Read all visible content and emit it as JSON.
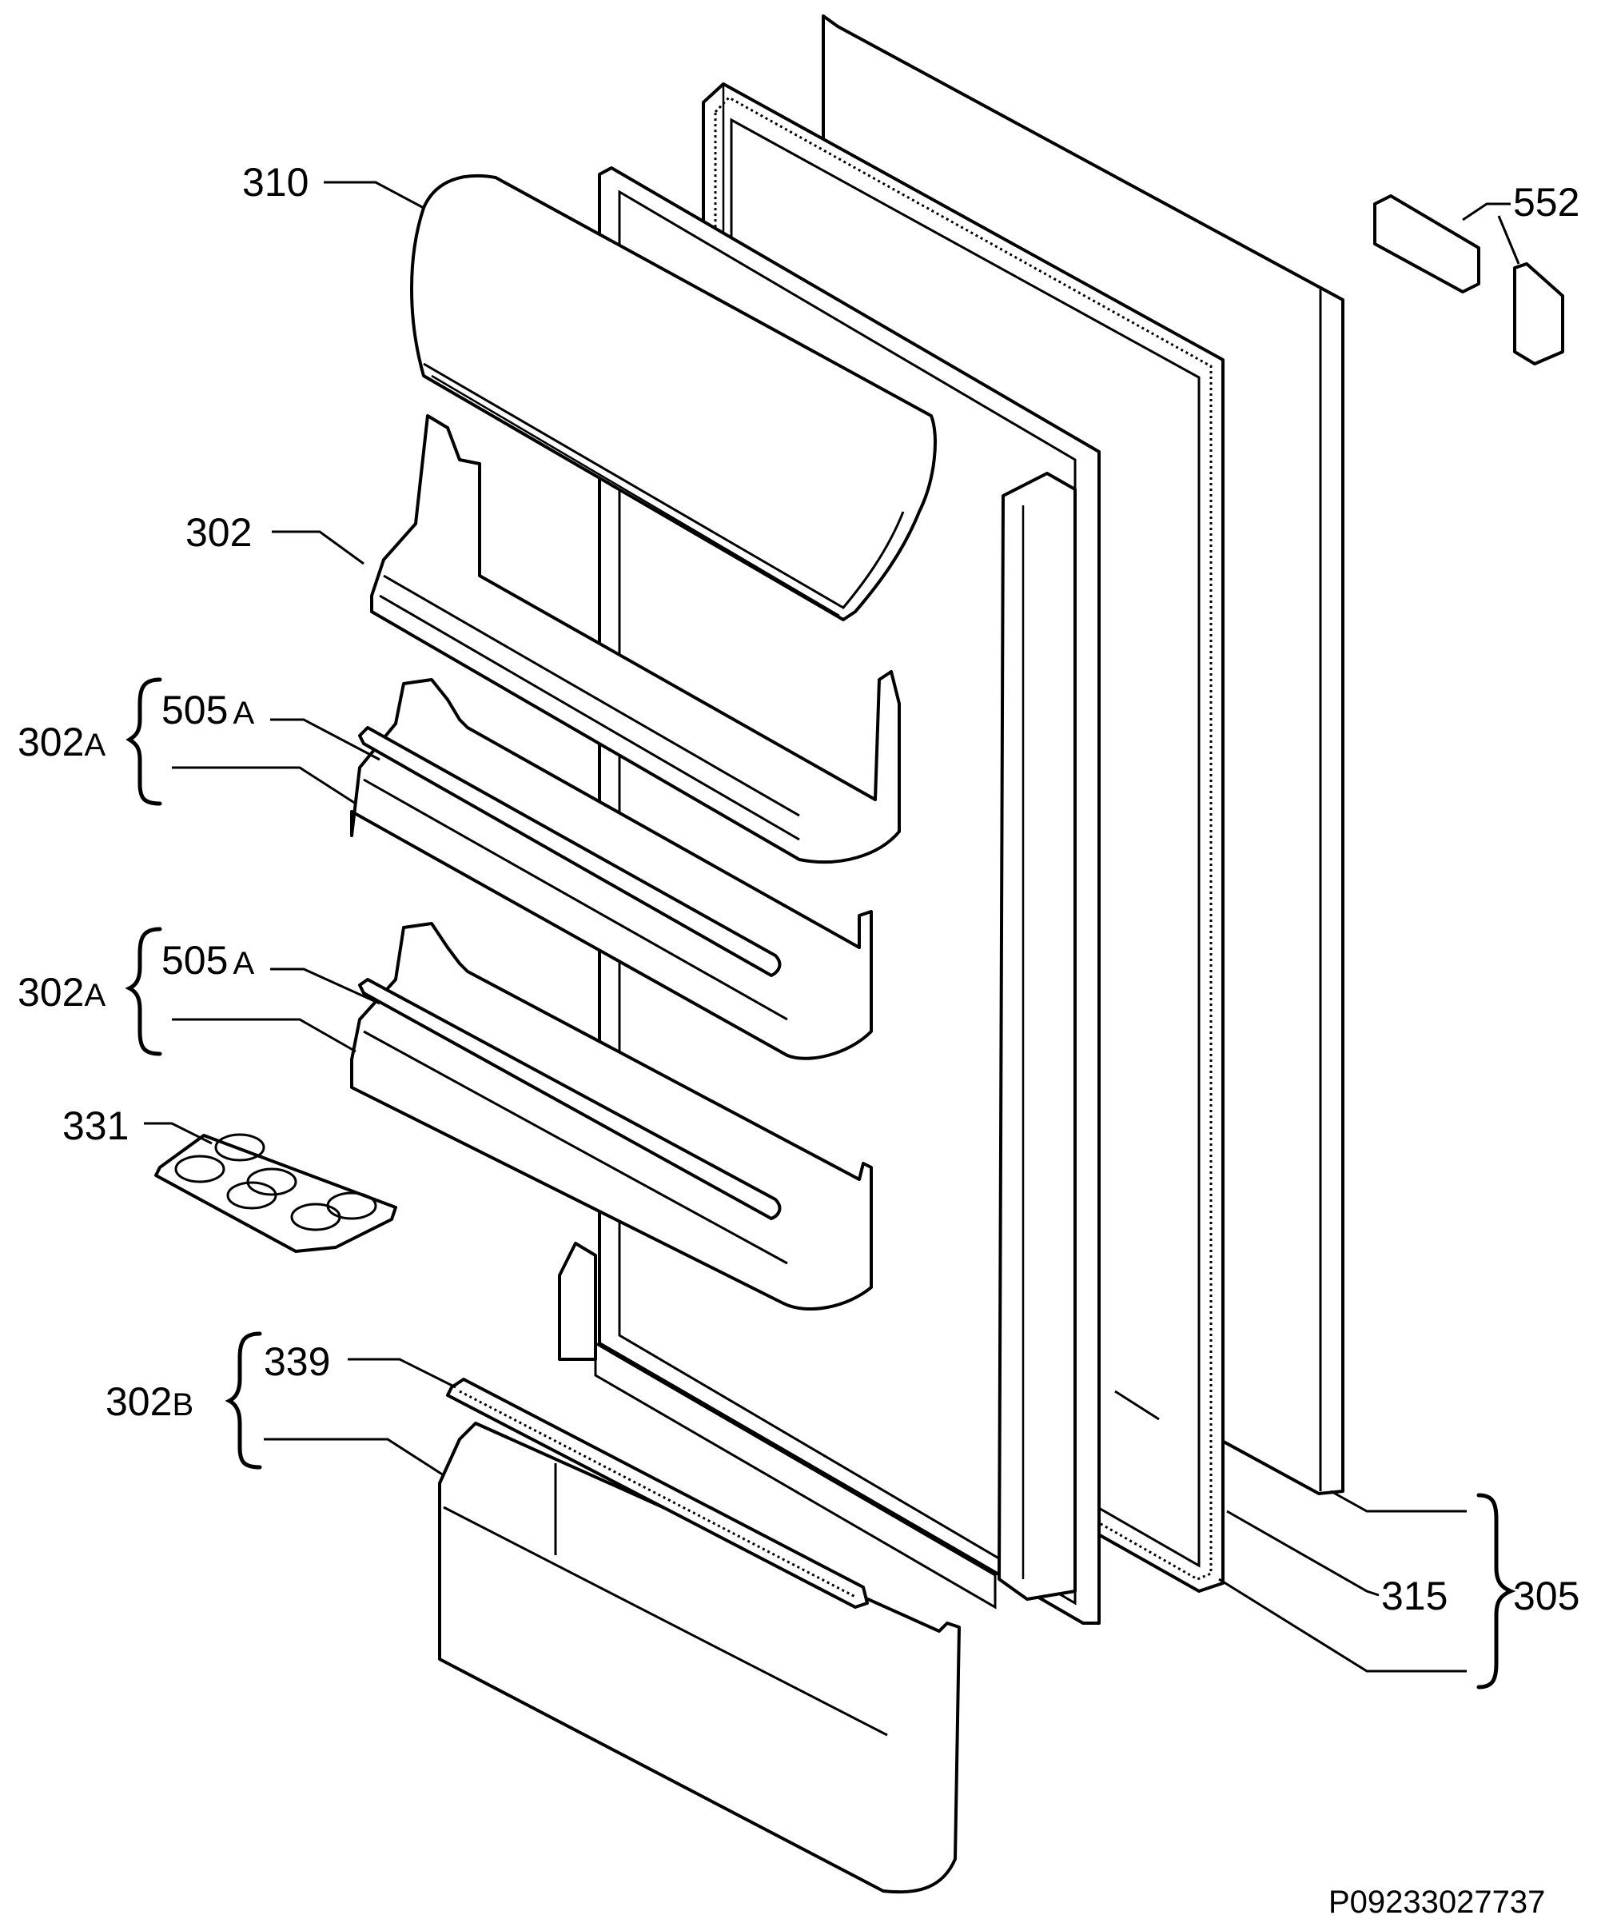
{
  "labels": {
    "l310": "310",
    "l302": "302",
    "l302a_1_main": "302",
    "l302a_1_sub": "A",
    "l505a_1_main": "505",
    "l505a_1_sub": "A",
    "l302a_2_main": "302",
    "l302a_2_sub": "A",
    "l505a_2_main": "505",
    "l505a_2_sub": "A",
    "l331": "331",
    "l302b_main": "302",
    "l302b_sub": "B",
    "l339": "339",
    "l552": "552",
    "l315": "315",
    "l305": "305"
  },
  "reference_code": "P09233027737"
}
